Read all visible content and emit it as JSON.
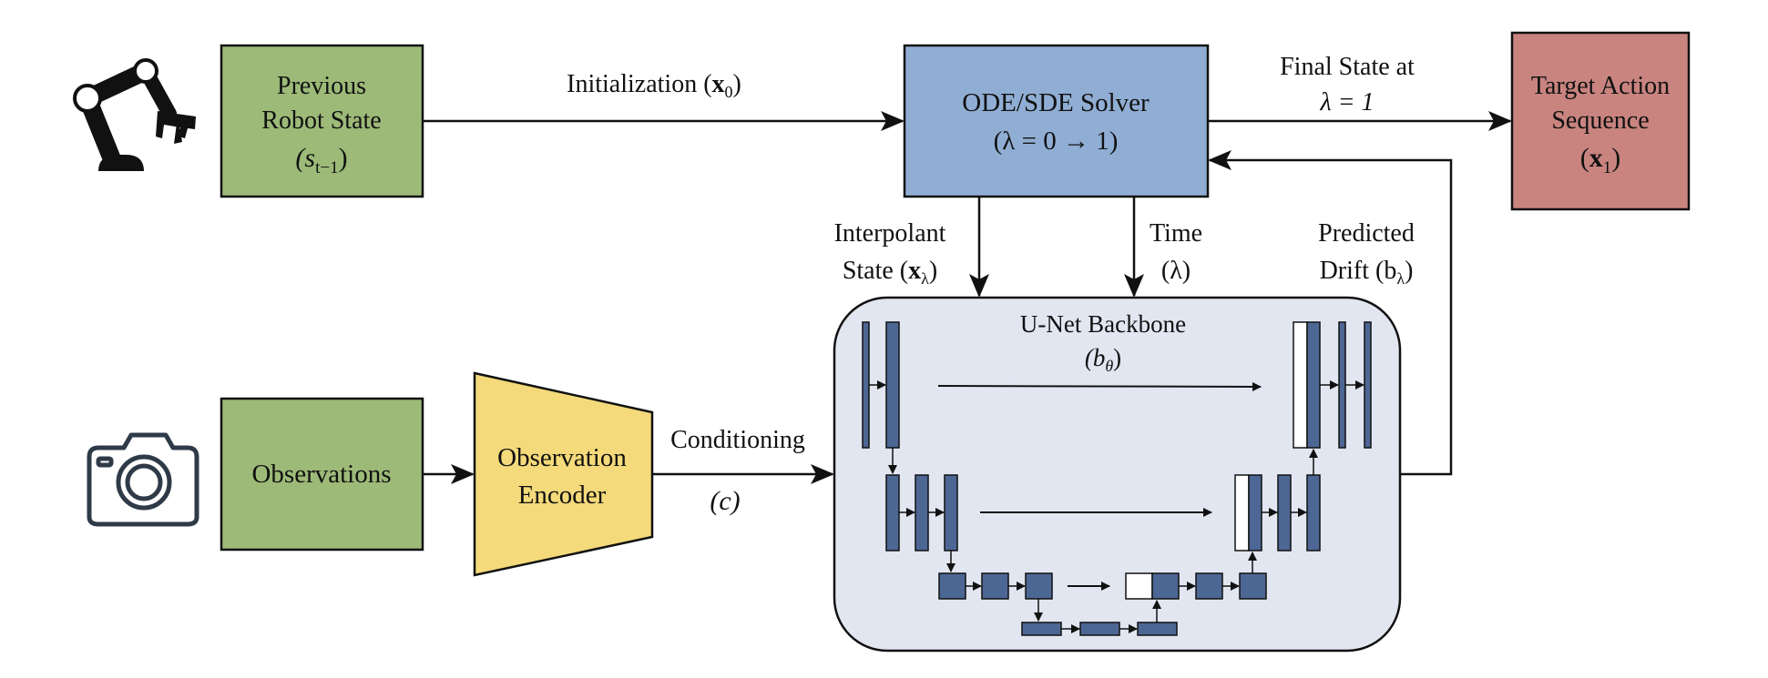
{
  "colors": {
    "green_box": "#9dba78",
    "blue_box": "#90aed4",
    "red_box": "#c98480",
    "yellow_box": "#f4da7a",
    "unet_bg": "#e1e6f1",
    "unet_block": "#4d6794",
    "stroke": "#111111"
  },
  "nodes": {
    "previous_robot_state": {
      "line1": "Previous",
      "line2": "Robot State",
      "line3": "(s",
      "sub": "t−1",
      "close": ")"
    },
    "solver": {
      "line1": "ODE/SDE Solver",
      "line2": "(λ = 0 → 1)"
    },
    "target": {
      "line1": "Target Action",
      "line2": "Sequence",
      "line3_open": "(",
      "line3_bold": "x",
      "line3_sub": "1",
      "line3_close": ")"
    },
    "observations": {
      "label": "Observations"
    },
    "encoder": {
      "line1": "Observation",
      "line2": "Encoder"
    },
    "unet": {
      "title": "U-Net Backbone",
      "sym_open": "(b",
      "sym_sub": "θ",
      "sym_close": ")"
    }
  },
  "edges": {
    "initialization": {
      "text": "Initialization (",
      "bold": "x",
      "sub": "0",
      "close": ")"
    },
    "final_state": {
      "line1": "Final State at",
      "line2": "λ = 1"
    },
    "interpolant": {
      "line1": "Interpolant",
      "line2": "State (",
      "bold": "x",
      "sub": "λ",
      "close": ")"
    },
    "time": {
      "line1": "Time",
      "line2": "(λ)"
    },
    "drift": {
      "line1": "Predicted",
      "line2": "Drift (b",
      "sub": "λ",
      "close": ")"
    },
    "conditioning": {
      "line1": "Conditioning",
      "line2": "(c)"
    }
  },
  "icons": [
    "robot-arm-icon",
    "camera-icon"
  ]
}
